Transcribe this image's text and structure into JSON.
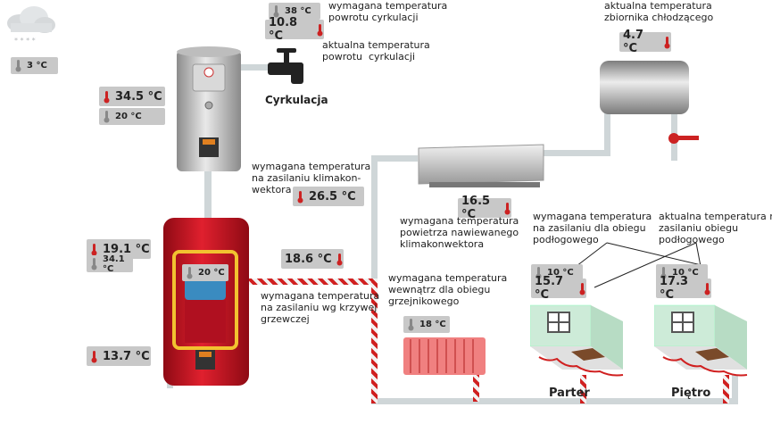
{
  "weather": {
    "outdoor_temp": "3 °C"
  },
  "boiler": {
    "actual_temp": "34.5 °C",
    "set_temp": "20 °C"
  },
  "circulation": {
    "required_label": "wymagana temperatura\npowrotu cyrkulacji",
    "required_temp": "38 °C",
    "actual_label": "aktualna temperatura\npowrotu  cyrkulacji",
    "actual_temp": "10.8 °C",
    "name": "Cyrkulacja"
  },
  "cooling_tank": {
    "label": "aktualna temperatura\nzbiornika chłodzącego",
    "temp": "4.7 °C"
  },
  "ac_supply": {
    "label": "wymagana temperatura\nna zasilaniu klimakon-\nwektora",
    "temp": "26.5 °C"
  },
  "ac_air": {
    "label": "wymagana temperatura\npowietrza nawiewanego\nklimakonwektora",
    "temp": "16.5 °C"
  },
  "buffer": {
    "top_temp": "19.1 °C",
    "top_set": "34.1 °C",
    "inner_temp": "20 °C",
    "bottom_temp": "13.7 °C"
  },
  "heating_curve": {
    "temp": "18.6 °C",
    "label": "wymagana temperatura\nna zasilaniu wg krzywej\ngrzewczej"
  },
  "radiator": {
    "label": "wymagana temperatura\nwewnątrz dla obiegu\ngrzejnikowego",
    "temp": "18 °C"
  },
  "floor": {
    "required_label": "wymagana temperatura\nna zasilaniu dla obiegu\npodłogowego",
    "actual_label": "aktualna temperatura na\nzasilaniu obiegu\npodłogowego",
    "parter_set": "10 °C",
    "parter_actual": "15.7 °C",
    "pietro_set": "10 °C",
    "pietro_actual": "17.3 °C",
    "parter_name": "Parter",
    "pietro_name": "Piętro"
  },
  "colors": {
    "badge_bg": "#c8c8c8",
    "pipe": "#cfd6d8",
    "hot_pipe": "#d02020",
    "buffer_red": "#c8102e"
  }
}
